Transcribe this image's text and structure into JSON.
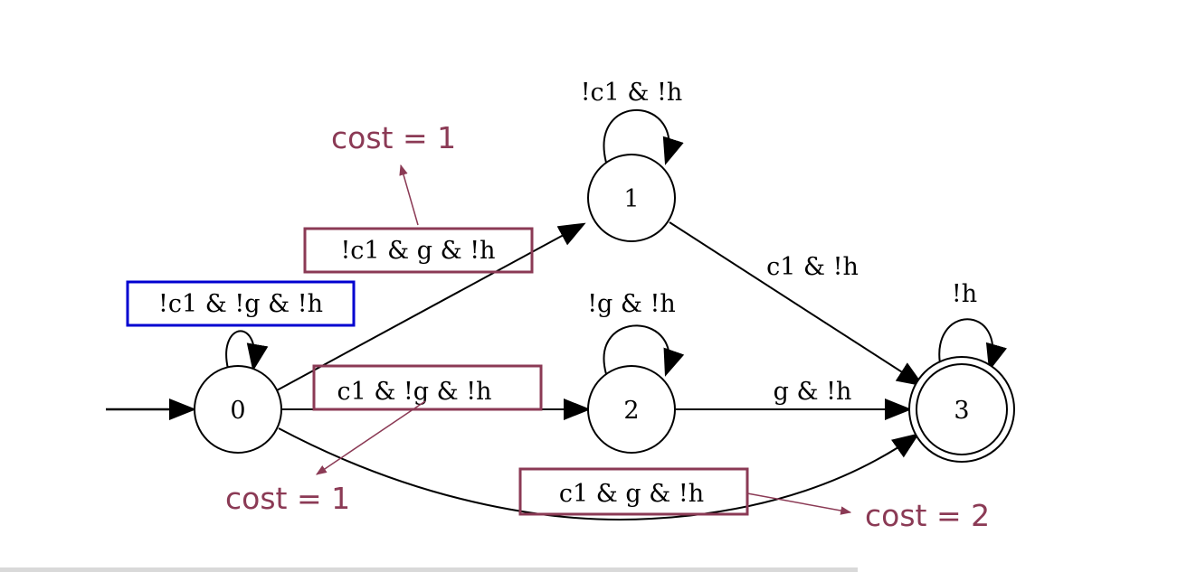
{
  "colors": {
    "edge": "#000000",
    "annotation": "#8b3a55",
    "highlight_box": "#0000d0"
  },
  "nodes": [
    {
      "id": "0",
      "label": "0",
      "initial": true,
      "accepting": false
    },
    {
      "id": "1",
      "label": "1",
      "initial": false,
      "accepting": false
    },
    {
      "id": "2",
      "label": "2",
      "initial": false,
      "accepting": false
    },
    {
      "id": "3",
      "label": "3",
      "initial": false,
      "accepting": true
    }
  ],
  "edges": [
    {
      "from": "0",
      "to": "0",
      "label": "!c1 & !g & !h"
    },
    {
      "from": "0",
      "to": "1",
      "label": "!c1 & g & !h"
    },
    {
      "from": "0",
      "to": "2",
      "label": "c1 & !g & !h"
    },
    {
      "from": "0",
      "to": "3",
      "label": "c1 & g & !h"
    },
    {
      "from": "1",
      "to": "1",
      "label": "!c1 & !h"
    },
    {
      "from": "1",
      "to": "3",
      "label": "c1 & !h"
    },
    {
      "from": "2",
      "to": "2",
      "label": "!g & !h"
    },
    {
      "from": "2",
      "to": "3",
      "label": "g & !h"
    },
    {
      "from": "3",
      "to": "3",
      "label": "!h"
    }
  ],
  "annotations": [
    {
      "text": "cost = 1",
      "edge": "0-1"
    },
    {
      "text": "cost = 1",
      "edge": "0-2"
    },
    {
      "text": "cost = 2",
      "edge": "0-3"
    }
  ]
}
